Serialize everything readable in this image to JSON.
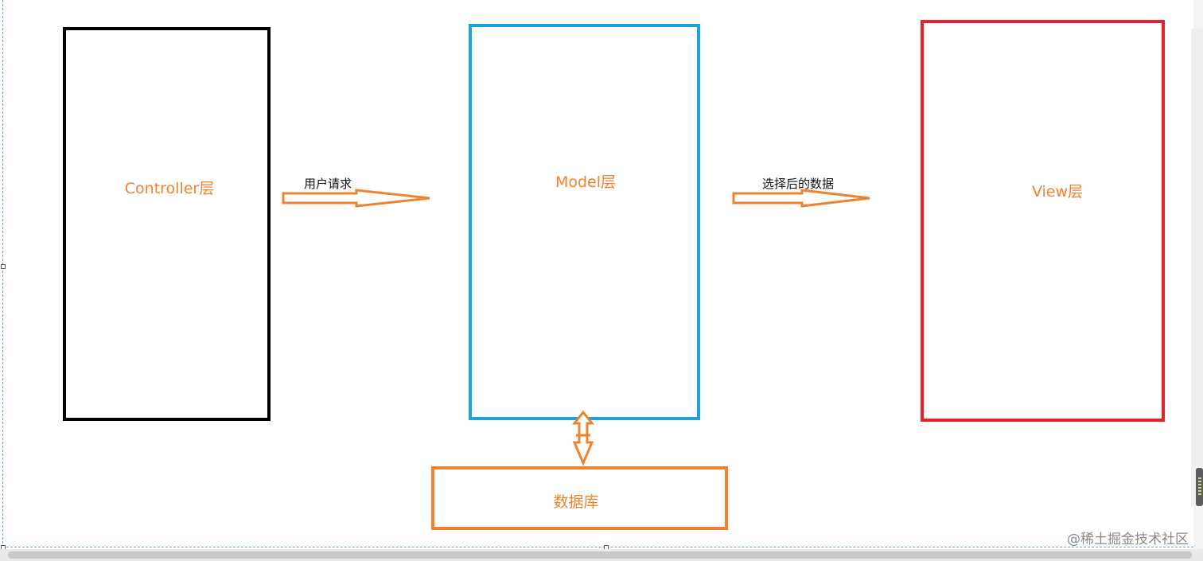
{
  "diagram": {
    "nodes": {
      "controller": "Controller层",
      "model": "Model层",
      "view": "View层",
      "database": "数据库"
    },
    "edges": {
      "controller_to_model": "用户请求",
      "model_to_view": "选择后的数据"
    },
    "colors": {
      "controller_border": "#000000",
      "model_border": "#1aa3df",
      "view_border": "#e3222b",
      "database_border": "#f0822d",
      "label_text": "#f0822d",
      "arrow": "#f0822d"
    }
  },
  "watermark": "@稀土掘金技术社区"
}
